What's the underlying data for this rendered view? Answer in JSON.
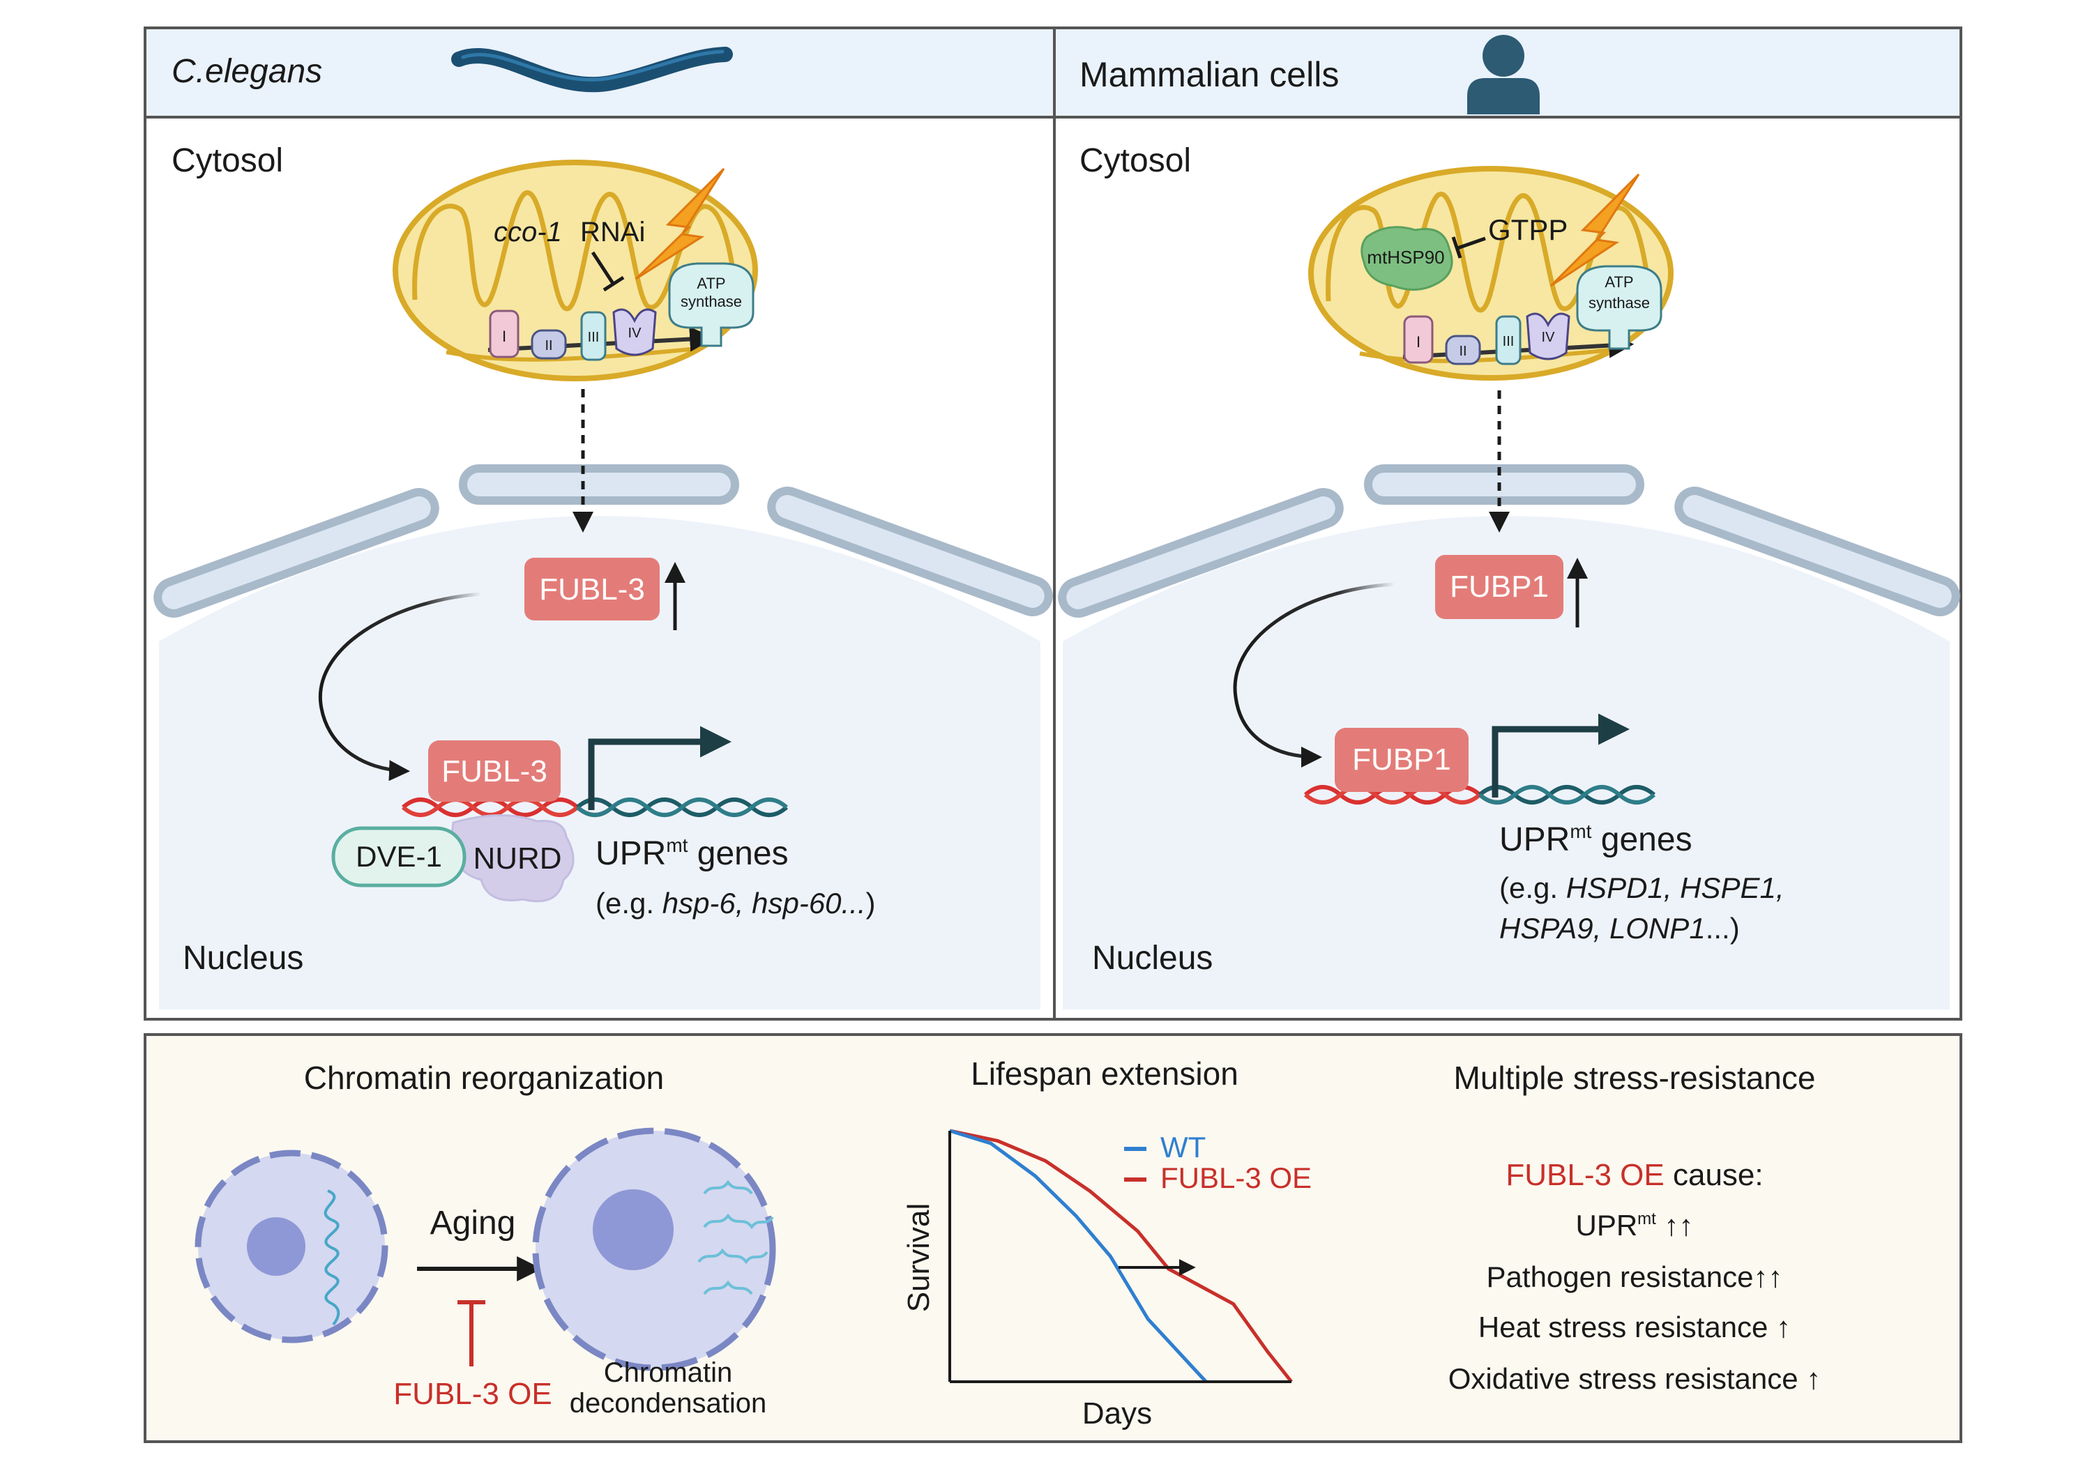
{
  "left_panel": {
    "organism": "C.elegans",
    "cytosol": "Cytosol",
    "nucleus": "Nucleus",
    "rnai_gene": "cco-1",
    "rnai_label": "RNAi",
    "complexes": [
      "I",
      "II",
      "III",
      "IV"
    ],
    "atp_line1": "ATP",
    "atp_line2": "synthase",
    "factor_cytosol": "FUBL-3",
    "factor_dna": "FUBL-3",
    "cofactor_1": "DVE-1",
    "cofactor_2": "NURD",
    "upr_prefix": "UPR",
    "upr_sup": "mt",
    "upr_suffix": " genes",
    "examples_prefix": "(e.g. ",
    "examples_genes": "hsp-6, hsp-60...",
    "examples_suffix": ")"
  },
  "right_panel": {
    "organism": "Mammalian cells",
    "cytosol": "Cytosol",
    "nucleus": "Nucleus",
    "inhibitor": "GTPP",
    "chaperone": "mtHSP90",
    "complexes": [
      "I",
      "II",
      "III",
      "IV"
    ],
    "atp_line1": "ATP",
    "atp_line2": "synthase",
    "factor_cytosol": "FUBP1",
    "factor_dna": "FUBP1",
    "upr_prefix": "UPR",
    "upr_sup": "mt",
    "upr_suffix": " genes",
    "examples_line1_prefix": "(e.g. ",
    "examples_line1_genes": "HSPD1, HSPE1,",
    "examples_line2_genes": "HSPA9, LONP1",
    "examples_line2_suffix": "...)"
  },
  "bottom_panel": {
    "chromatin_title": "Chromatin reorganization",
    "aging_label": "Aging",
    "fubl3_oe": "FUBL-3 OE",
    "decondensation_line1": "Chromatin",
    "decondensation_line2": "decondensation",
    "lifespan_title": "Lifespan extension",
    "stress_title": "Multiple stress-resistance",
    "stress_cause_red": "FUBL-3 OE",
    "stress_cause_rest": " cause:",
    "stress_upr": "UPR",
    "stress_upr_sup": "mt",
    "stress_upr_arrows": " ↑↑",
    "stress_items": [
      "Pathogen resistance↑↑",
      "Heat stress resistance ↑",
      "Oxidative stress resistance ↑"
    ]
  },
  "chart_data": {
    "type": "line",
    "xlabel": "Days",
    "ylabel": "Survival",
    "series": [
      {
        "name": "WT",
        "color": "#2f7fd0",
        "points": [
          [
            0,
            1.0
          ],
          [
            0.12,
            0.95
          ],
          [
            0.25,
            0.82
          ],
          [
            0.37,
            0.66
          ],
          [
            0.47,
            0.5
          ],
          [
            0.58,
            0.25
          ],
          [
            0.75,
            0.0
          ]
        ]
      },
      {
        "name": "FUBL-3 OE",
        "color": "#c8302a",
        "points": [
          [
            0,
            1.0
          ],
          [
            0.14,
            0.96
          ],
          [
            0.28,
            0.88
          ],
          [
            0.41,
            0.76
          ],
          [
            0.55,
            0.6
          ],
          [
            0.64,
            0.45
          ],
          [
            0.83,
            0.31
          ],
          [
            0.93,
            0.12
          ],
          [
            1.0,
            0.0
          ]
        ]
      }
    ]
  },
  "colors": {
    "header_bg": "#eaf2fb",
    "nucleus_bg": "#eef3fa",
    "bottom_bg": "#fcf9f0",
    "factor_red": "#e37c78",
    "mito_fill": "#f7e7a2",
    "mito_stroke": "#d9aa28",
    "text_red": "#c8302a"
  }
}
